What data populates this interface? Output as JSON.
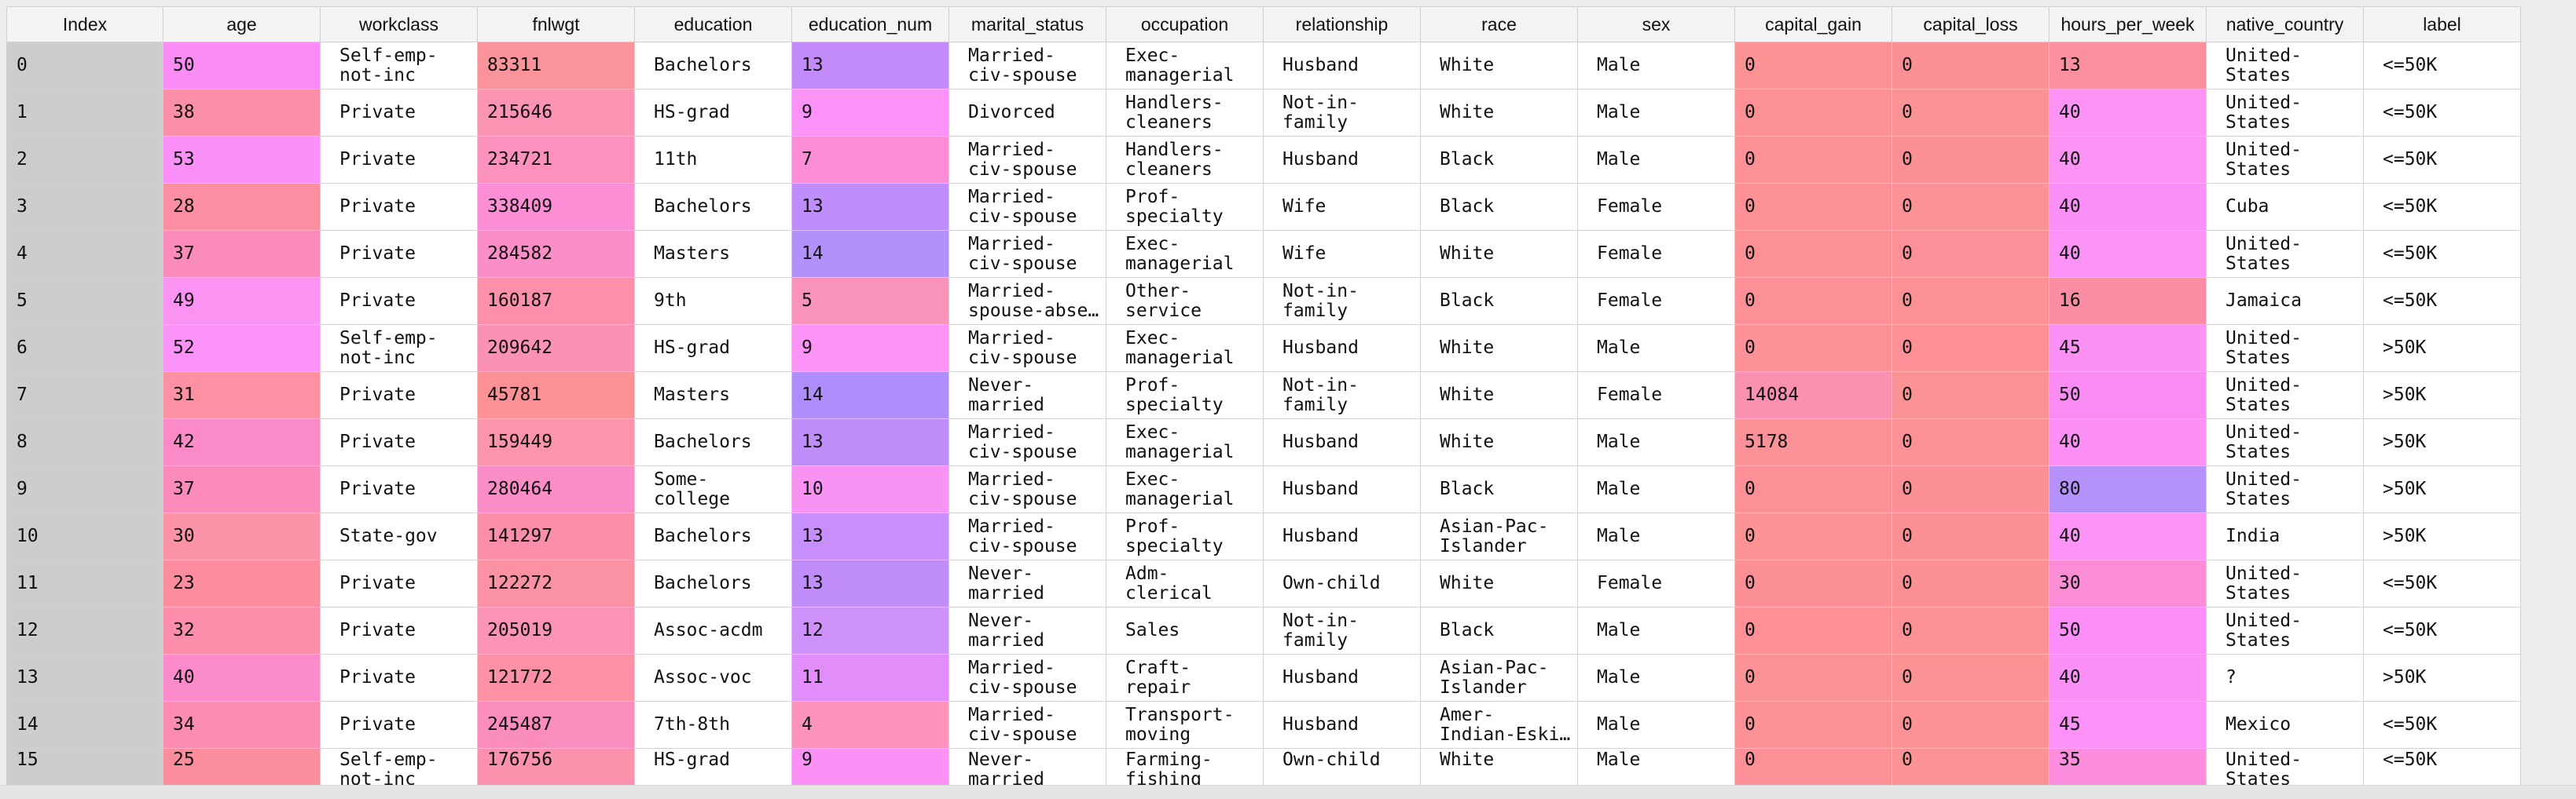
{
  "columns": [
    "Index",
    "age",
    "workclass",
    "fnlwgt",
    "education",
    "education_num",
    "marital_status",
    "occupation",
    "relationship",
    "race",
    "sex",
    "capital_gain",
    "capital_loss",
    "hours_per_week",
    "native_country",
    "label"
  ],
  "rows": [
    [
      "0",
      "50",
      "Self-emp-\nnot-inc",
      "83311",
      "Bachelors",
      "13",
      "Married-\nciv-spouse",
      "Exec-\nmanagerial",
      "Husband",
      "White",
      "Male",
      "0",
      "0",
      "13",
      "United-\nStates",
      "<=50K"
    ],
    [
      "1",
      "38",
      "Private",
      "215646",
      "HS-grad",
      "9",
      "Divorced",
      "Handlers-\ncleaners",
      "Not-in-\nfamily",
      "White",
      "Male",
      "0",
      "0",
      "40",
      "United-\nStates",
      "<=50K"
    ],
    [
      "2",
      "53",
      "Private",
      "234721",
      "11th",
      "7",
      "Married-\nciv-spouse",
      "Handlers-\ncleaners",
      "Husband",
      "Black",
      "Male",
      "0",
      "0",
      "40",
      "United-\nStates",
      "<=50K"
    ],
    [
      "3",
      "28",
      "Private",
      "338409",
      "Bachelors",
      "13",
      "Married-\nciv-spouse",
      "Prof-\nspecialty",
      "Wife",
      "Black",
      "Female",
      "0",
      "0",
      "40",
      "Cuba",
      "<=50K"
    ],
    [
      "4",
      "37",
      "Private",
      "284582",
      "Masters",
      "14",
      "Married-\nciv-spouse",
      "Exec-\nmanagerial",
      "Wife",
      "White",
      "Female",
      "0",
      "0",
      "40",
      "United-\nStates",
      "<=50K"
    ],
    [
      "5",
      "49",
      "Private",
      "160187",
      "9th",
      "5",
      "Married-\nspouse-abse…",
      "Other-\nservice",
      "Not-in-\nfamily",
      "Black",
      "Female",
      "0",
      "0",
      "16",
      "Jamaica",
      "<=50K"
    ],
    [
      "6",
      "52",
      "Self-emp-\nnot-inc",
      "209642",
      "HS-grad",
      "9",
      "Married-\nciv-spouse",
      "Exec-\nmanagerial",
      "Husband",
      "White",
      "Male",
      "0",
      "0",
      "45",
      "United-\nStates",
      ">50K"
    ],
    [
      "7",
      "31",
      "Private",
      "45781",
      "Masters",
      "14",
      "Never-\nmarried",
      "Prof-\nspecialty",
      "Not-in-\nfamily",
      "White",
      "Female",
      "14084",
      "0",
      "50",
      "United-\nStates",
      ">50K"
    ],
    [
      "8",
      "42",
      "Private",
      "159449",
      "Bachelors",
      "13",
      "Married-\nciv-spouse",
      "Exec-\nmanagerial",
      "Husband",
      "White",
      "Male",
      "5178",
      "0",
      "40",
      "United-\nStates",
      ">50K"
    ],
    [
      "9",
      "37",
      "Private",
      "280464",
      "Some-\ncollege",
      "10",
      "Married-\nciv-spouse",
      "Exec-\nmanagerial",
      "Husband",
      "Black",
      "Male",
      "0",
      "0",
      "80",
      "United-\nStates",
      ">50K"
    ],
    [
      "10",
      "30",
      "State-gov",
      "141297",
      "Bachelors",
      "13",
      "Married-\nciv-spouse",
      "Prof-\nspecialty",
      "Husband",
      "Asian-Pac-\nIslander",
      "Male",
      "0",
      "0",
      "40",
      "India",
      ">50K"
    ],
    [
      "11",
      "23",
      "Private",
      "122272",
      "Bachelors",
      "13",
      "Never-\nmarried",
      "Adm-\nclerical",
      "Own-child",
      "White",
      "Female",
      "0",
      "0",
      "30",
      "United-\nStates",
      "<=50K"
    ],
    [
      "12",
      "32",
      "Private",
      "205019",
      "Assoc-acdm",
      "12",
      "Never-\nmarried",
      "Sales",
      "Not-in-\nfamily",
      "Black",
      "Male",
      "0",
      "0",
      "50",
      "United-\nStates",
      "<=50K"
    ],
    [
      "13",
      "40",
      "Private",
      "121772",
      "Assoc-voc",
      "11",
      "Married-\nciv-spouse",
      "Craft-\nrepair",
      "Husband",
      "Asian-Pac-\nIslander",
      "Male",
      "0",
      "0",
      "40",
      "?",
      ">50K"
    ],
    [
      "14",
      "34",
      "Private",
      "245487",
      "7th-8th",
      "4",
      "Married-\nciv-spouse",
      "Transport-\nmoving",
      "Husband",
      "Amer-\nIndian-Eski…",
      "Male",
      "0",
      "0",
      "45",
      "Mexico",
      "<=50K"
    ],
    [
      "15",
      "25",
      "Self-emp-\nnot-inc",
      "176756",
      "HS-grad",
      "9",
      "Never-\nmarried",
      "Farming-\nfishing",
      "Own-child",
      "White",
      "Male",
      "0",
      "0",
      "35",
      "United-\nStates",
      "<=50K"
    ]
  ],
  "heatmap_colors": {
    "age": [
      "#fc8cf5",
      "#fb8fa7",
      "#fb91f8",
      "#fc8ea1",
      "#fb8bbb",
      "#fb93f3",
      "#fa92f7",
      "#fb91a2",
      "#fa8bc8",
      "#fb8bbb",
      "#fc93a7",
      "#fb8d9f",
      "#fc8eab",
      "#fc8bcc",
      "#fc8cb0",
      "#fa8d9b"
    ],
    "fnlwgt": [
      "#fb939a",
      "#fb93b3",
      "#fc91bd",
      "#fc8ed6",
      "#fc8ec7",
      "#fc90ab",
      "#fb92b6",
      "#fb9194",
      "#fc94ab",
      "#fb8dc6",
      "#fb8fa9",
      "#fb92a4",
      "#fb92b7",
      "#fc90a5",
      "#fb8dbe",
      "#fc91ae"
    ],
    "education_num": [
      "#c38afa",
      "#fa92f7",
      "#fb8dd7",
      "#c08efc",
      "#b391fa",
      "#fa93b9",
      "#fc93f6",
      "#af8efb",
      "#bf8ef9",
      "#f893f4",
      "#c88efc",
      "#c18ef9",
      "#ce90f9",
      "#e18efb",
      "#fb93bb",
      "#fb91f6"
    ],
    "capital_gain": [
      "#fb9394",
      "#fb9095",
      "#fb9096",
      "#fb9195",
      "#fc9195",
      "#fb9197",
      "#fc9197",
      "#fb91b1",
      "#fb9298",
      "#fb9196",
      "#fb9395",
      "#fa8f96",
      "#fc9094",
      "#fb9296",
      "#fc9296",
      "#fb9196"
    ],
    "capital_loss": [
      "#fb9094",
      "#fb9295",
      "#fb8f96",
      "#fa9297",
      "#fb9098",
      "#fc9195",
      "#fc9096",
      "#fb9294",
      "#fb9196",
      "#fa9095",
      "#fb9094",
      "#fb9094",
      "#fb9196",
      "#fb9394",
      "#fb9295",
      "#fb9294"
    ],
    "hours_per_week": [
      "#fb8f9d",
      "#fc93f5",
      "#fb93f5",
      "#fb8ff8",
      "#fb92f6",
      "#fa8ca4",
      "#fc91f5",
      "#fb8cf3",
      "#fc90f5",
      "#b491fb",
      "#fc93f7",
      "#fb8dd6",
      "#fb8ef8",
      "#fb91f7",
      "#fc91f8",
      "#fc8dde"
    ]
  }
}
